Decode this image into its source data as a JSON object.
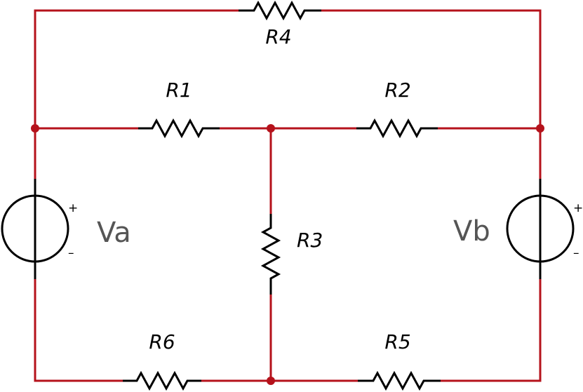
{
  "diagram": {
    "resistors": {
      "r1": "R1",
      "r2": "R2",
      "r3": "R3",
      "r4": "R4",
      "r5": "R5",
      "r6": "R6"
    },
    "sources": {
      "va": {
        "label": "Va",
        "plus": "+",
        "minus": "–"
      },
      "vb": {
        "label": "Vb",
        "plus": "+",
        "minus": "–"
      }
    },
    "colors": {
      "wire": "#b5121b",
      "component": "#000000",
      "source_label": "#555555"
    }
  }
}
